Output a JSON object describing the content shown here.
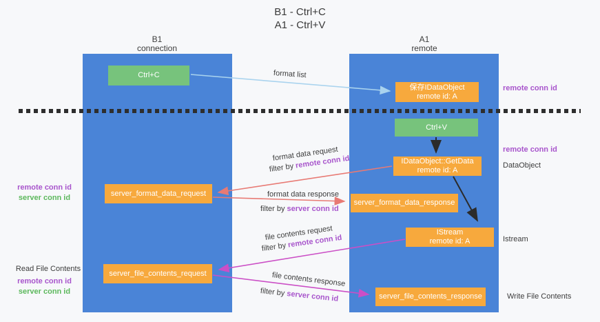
{
  "title": {
    "line1": "B1 - Ctrl+C",
    "line2": "A1 - Ctrl+V"
  },
  "lanes": {
    "b1": {
      "name": "B1",
      "subtitle": "connection"
    },
    "a1": {
      "name": "A1",
      "subtitle": "remote"
    }
  },
  "boxes": {
    "ctrl_c": {
      "label": "Ctrl+C"
    },
    "saved_dataobject": {
      "line1": "保存IDataObject",
      "line2": "remote id: A"
    },
    "ctrl_v": {
      "label": "Ctrl+V"
    },
    "getdata": {
      "line1": "IDataObject::GetData",
      "line2": "remote id: A"
    },
    "format_request": {
      "label": "server_format_data_request"
    },
    "format_response": {
      "label": "server_format_data_response"
    },
    "istream": {
      "line1": "IStream",
      "line2": "remote id: A"
    },
    "file_request": {
      "label": "server_file_contents_request"
    },
    "file_response": {
      "label": "server_file_contents_response"
    }
  },
  "arrow_labels": {
    "format_list": "format list",
    "format_data_request": "format data request",
    "filter_remote_format": {
      "prefix": "filter by ",
      "term": "remote conn id"
    },
    "format_data_response": "format data response",
    "filter_server_format": {
      "prefix": "filter by ",
      "term": "server conn id"
    },
    "file_contents_request": "file contents request",
    "filter_remote_file": {
      "prefix": "filter by ",
      "term": "remote conn id"
    },
    "file_contents_response": "file contents response",
    "filter_server_file": {
      "prefix": "filter by ",
      "term": "server conn id"
    }
  },
  "annotations": {
    "right": {
      "remote_conn_top": "remote conn id",
      "remote_conn_mid": "remote conn id",
      "dataobject": "DataObject",
      "istream": "Istream",
      "write_file": "Write File Contents"
    },
    "left": {
      "remote_conn_format": "remote conn id",
      "server_conn_format": "server conn id",
      "read_file": "Read File Contents",
      "remote_conn_file": "remote conn id",
      "server_conn_file": "server conn id"
    }
  },
  "colors": {
    "lane_blue": "#4a84d7",
    "box_green": "#77c37c",
    "box_orange": "#f7a93d",
    "arrow_salmon": "#e87a74",
    "arrow_magenta": "#cb4fc6",
    "arrow_lightblue": "#a9d3ee",
    "text_purple": "#a855cc",
    "text_green": "#5cb85c",
    "separator_dark": "#2e2e2e"
  }
}
